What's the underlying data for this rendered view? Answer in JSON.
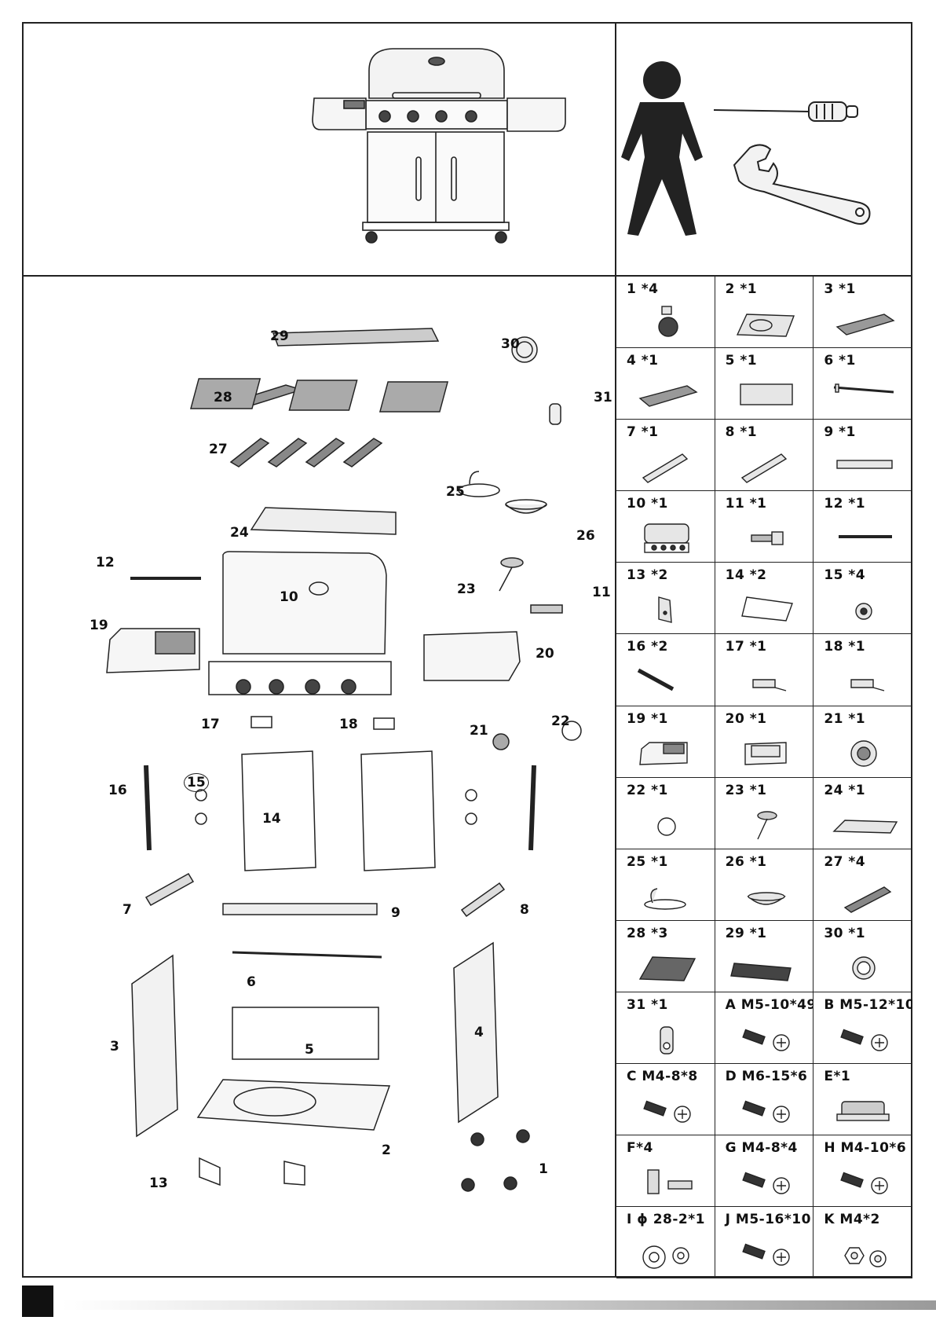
{
  "parts": [
    {
      "label": "1  *4",
      "icon": "caster-wheel-icon"
    },
    {
      "label": "2  *1",
      "icon": "base-tray-icon"
    },
    {
      "label": "3  *1",
      "icon": "side-panel-icon"
    },
    {
      "label": "4  *1",
      "icon": "side-panel-icon"
    },
    {
      "label": "5  *1",
      "icon": "back-panel-icon"
    },
    {
      "label": "6  *1",
      "icon": "cross-bar-icon"
    },
    {
      "label": "7  *1",
      "icon": "support-bracket-icon"
    },
    {
      "label": "8  *1",
      "icon": "support-bracket-icon"
    },
    {
      "label": "9  *1",
      "icon": "front-beam-icon"
    },
    {
      "label": "10 *1",
      "icon": "grill-head-icon"
    },
    {
      "label": "11 *1",
      "icon": "gas-connector-icon"
    },
    {
      "label": "12 *1",
      "icon": "lid-handle-icon"
    },
    {
      "label": "13 *2",
      "icon": "corner-bracket-icon"
    },
    {
      "label": "14 *2",
      "icon": "door-icon"
    },
    {
      "label": "15 *4",
      "icon": "door-bumper-icon"
    },
    {
      "label": "16 *2",
      "icon": "door-handle-icon"
    },
    {
      "label": "17 *1",
      "icon": "hinge-bracket-icon"
    },
    {
      "label": "18 *1",
      "icon": "hinge-bracket-icon"
    },
    {
      "label": "19 *1",
      "icon": "side-shelf-icon"
    },
    {
      "label": "20 *1",
      "icon": "side-burner-shelf-icon"
    },
    {
      "label": "21 *1",
      "icon": "bezel-icon"
    },
    {
      "label": "22 *1",
      "icon": "knob-icon"
    },
    {
      "label": "23 *1",
      "icon": "side-burner-icon"
    },
    {
      "label": "24 *1",
      "icon": "grease-tray-icon"
    },
    {
      "label": "25 *1",
      "icon": "cup-holder-icon"
    },
    {
      "label": "26 *1",
      "icon": "grease-cup-icon"
    },
    {
      "label": "27 *4",
      "icon": "flame-tamer-icon"
    },
    {
      "label": "28 *3",
      "icon": "cooking-grate-icon"
    },
    {
      "label": "29 *1",
      "icon": "warming-rack-icon"
    },
    {
      "label": "30 *1",
      "icon": "thermometer-icon"
    },
    {
      "label": "31 *1",
      "icon": "bottle-opener-icon"
    },
    {
      "label": "A M5-10*49",
      "icon": "screw-icon"
    },
    {
      "label": "B M5-12*10",
      "icon": "screw-icon"
    },
    {
      "label": "C  M4-8*8",
      "icon": "screw-icon"
    },
    {
      "label": "D M6-15*6",
      "icon": "screw-icon"
    },
    {
      "label": "E*1",
      "icon": "magnet-icon"
    },
    {
      "label": "F*4",
      "icon": "stud-icon"
    },
    {
      "label": "G  M4-8*4",
      "icon": "screw-icon"
    },
    {
      "label": "H  M4-10*6",
      "icon": "screw-icon"
    },
    {
      "label": "I ϕ 28-2*1",
      "icon": "washer-icon"
    },
    {
      "label": "J M5-16*10",
      "icon": "screw-icon"
    },
    {
      "label": "K M4*2",
      "icon": "nut-icon"
    }
  ],
  "callouts": [
    {
      "id": "c29",
      "text": "29"
    },
    {
      "id": "c30",
      "text": "30"
    },
    {
      "id": "c28",
      "text": "28"
    },
    {
      "id": "c31",
      "text": "31"
    },
    {
      "id": "c27",
      "text": "27"
    },
    {
      "id": "c25",
      "text": "25"
    },
    {
      "id": "c24",
      "text": "24"
    },
    {
      "id": "c26",
      "text": "26"
    },
    {
      "id": "c12",
      "text": "12"
    },
    {
      "id": "c23",
      "text": "23"
    },
    {
      "id": "c10",
      "text": "10"
    },
    {
      "id": "c11",
      "text": "11"
    },
    {
      "id": "c19",
      "text": "19"
    },
    {
      "id": "c20",
      "text": "20"
    },
    {
      "id": "c22",
      "text": "22"
    },
    {
      "id": "c17",
      "text": "17"
    },
    {
      "id": "c18",
      "text": "18"
    },
    {
      "id": "c21",
      "text": "21"
    },
    {
      "id": "c15",
      "text": "15"
    },
    {
      "id": "c16",
      "text": "16"
    },
    {
      "id": "c14",
      "text": "14"
    },
    {
      "id": "c7",
      "text": "7"
    },
    {
      "id": "c9",
      "text": "9"
    },
    {
      "id": "c8",
      "text": "8"
    },
    {
      "id": "c6",
      "text": "6"
    },
    {
      "id": "c3",
      "text": "3"
    },
    {
      "id": "c4",
      "text": "4"
    },
    {
      "id": "c5",
      "text": "5"
    },
    {
      "id": "c2",
      "text": "2"
    },
    {
      "id": "c13",
      "text": "13"
    },
    {
      "id": "c1",
      "text": "1"
    }
  ]
}
